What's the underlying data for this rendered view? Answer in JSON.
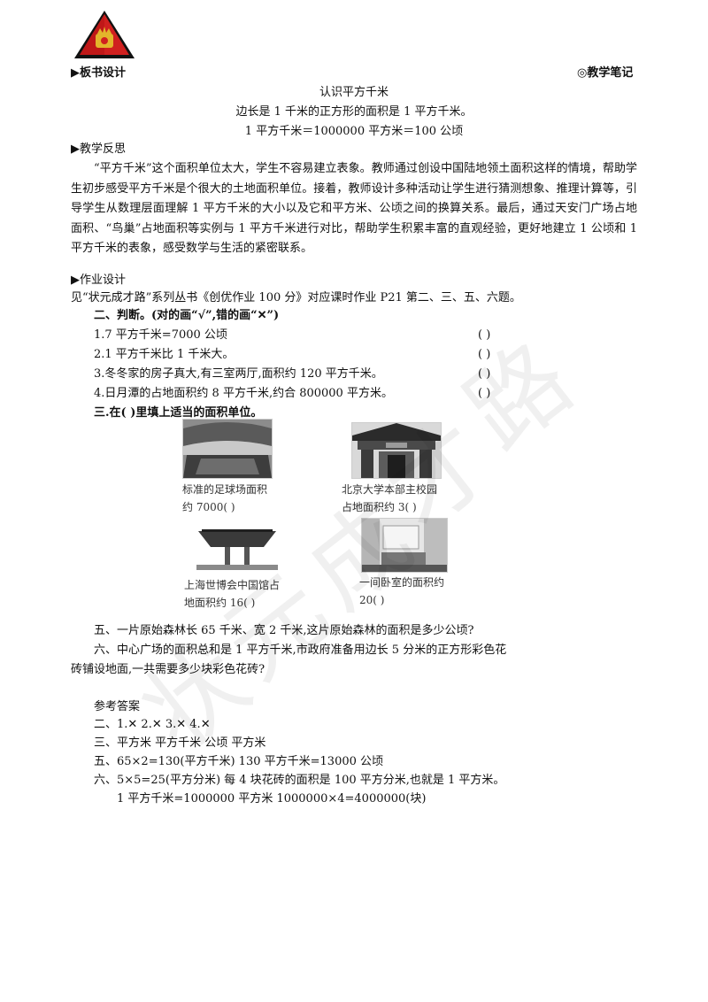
{
  "header": {
    "section_board": "▶板书设计",
    "teaching_notes": "◎教学笔记"
  },
  "board": {
    "title": "认识平方千米",
    "line1": "边长是 1 千米的正方形的面积是 1 平方千米。",
    "line2": "1 平方千米＝1000000 平方米＝100 公顷"
  },
  "reflection": {
    "heading": "▶教学反思",
    "text": "“平方千米”这个面积单位太大，学生不容易建立表象。教师通过创设中国陆地领土面积这样的情境，帮助学生初步感受平方千米是个很大的土地面积单位。接着，教师设计多种活动让学生进行猜测想象、推理计算等，引导学生从数理层面理解 1 平方千米的大小以及它和平方米、公顷之间的换算关系。最后，通过天安门广场占地面积、“鸟巢”占地面积等实例与 1 平方千米进行对比，帮助学生积累丰富的直观经验，更好地建立 1 公顷和 1 平方千米的表象，感受数学与生活的紧密联系。"
  },
  "homework": {
    "heading": "▶作业设计",
    "intro": "见“状元成才路”系列丛书《创优作业 100 分》对应课时作业 P21 第二、三、五、六题。",
    "section2_title": "二、判断。(对的画“√”,错的画“✕”)",
    "judge_items": [
      {
        "text": "1.7 平方千米=7000 公顷",
        "paren": "(        )"
      },
      {
        "text": "2.1 平方千米比 1 千米大。",
        "paren": "(        )"
      },
      {
        "text": "3.冬冬家的房子真大,有三室两厅,面积约 120 平方千米。",
        "paren": "(        )"
      },
      {
        "text": "4.日月潭的占地面积约 8 平方千米,约合 800000 平方米。",
        "paren": "(        )"
      }
    ],
    "section3_title": "三.在(        )里填上适当的面积单位。",
    "photos": [
      {
        "line1": "标准的足球场面积",
        "line2": "约 7000(          )"
      },
      {
        "line1": "北京大学本部主校园",
        "line2": "占地面积约 3(          )"
      },
      {
        "line1": "上海世博会中国馆占",
        "line2": "地面积约 16(          )"
      },
      {
        "line1": "一间卧室的面积约",
        "line2": "20(          )"
      }
    ],
    "q5": "五、一片原始森林长 65 千米、宽 2 千米,这片原始森林的面积是多少公顷?",
    "q6a": "六、中心广场的面积总和是 1 平方千米,市政府准备用边长 5 分米的正方形彩色花",
    "q6b": "砖铺设地面,一共需要多少块彩色花砖?"
  },
  "answers": {
    "heading": "参考答案",
    "a2": "二、1.✕    2.✕    3.✕    4.✕",
    "a3": "三、平方米        平方千米        公顷        平方米",
    "a5": "五、65×2=130(平方千米)        130 平方千米=13000 公顷",
    "a6a": "六、5×5=25(平方分米)        每 4 块花砖的面积是 100 平方分米,也就是 1 平方米。",
    "a6b": "1 平方千米=1000000 平方米          1000000×4=4000000(块)"
  },
  "watermark": {
    "chars": [
      "状",
      "元",
      "成",
      "才",
      "路"
    ]
  },
  "colors": {
    "logo_red": "#d0201f",
    "logo_black": "#111111",
    "logo_gold": "#e3b52b"
  }
}
